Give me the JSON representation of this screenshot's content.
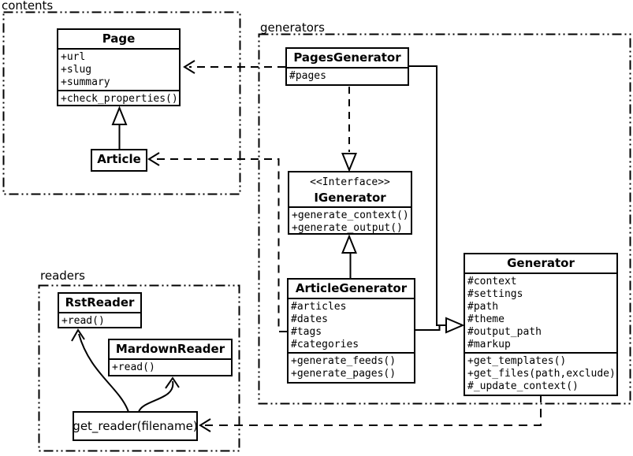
{
  "packages": {
    "contents": {
      "label": "contents"
    },
    "generators": {
      "label": "generators"
    },
    "readers": {
      "label": "readers"
    }
  },
  "classes": {
    "page": {
      "title": "Page",
      "attributes": [
        "+url",
        "+slug",
        "+summary"
      ],
      "methods": [
        "+check_properties()"
      ]
    },
    "article": {
      "title": "Article"
    },
    "pages_generator": {
      "title": "PagesGenerator",
      "attributes": [
        "#pages"
      ]
    },
    "igenerator": {
      "stereotype": "<<Interface>>",
      "title": "IGenerator",
      "methods": [
        "+generate_context()",
        "+generate_output()"
      ]
    },
    "article_generator": {
      "title": "ArticleGenerator",
      "attributes": [
        "#articles",
        "#dates",
        "#tags",
        "#categories"
      ],
      "methods": [
        "+generate_feeds()",
        "+generate_pages()"
      ]
    },
    "generator": {
      "title": "Generator",
      "attributes": [
        "#context",
        "#settings",
        "#path",
        "#theme",
        "#output_path",
        "#markup"
      ],
      "methods": [
        "+get_templates()",
        "+get_files(path,exclude)",
        "#_update_context()"
      ]
    },
    "rst_reader": {
      "title": "RstReader",
      "methods": [
        "+read()"
      ]
    },
    "mardown_reader": {
      "title": "MardownReader",
      "methods": [
        "+read()"
      ]
    }
  },
  "nodes": {
    "get_reader": {
      "label": "get_reader(filename)"
    }
  },
  "colors": {
    "stroke": "#000000",
    "background": "#ffffff"
  }
}
